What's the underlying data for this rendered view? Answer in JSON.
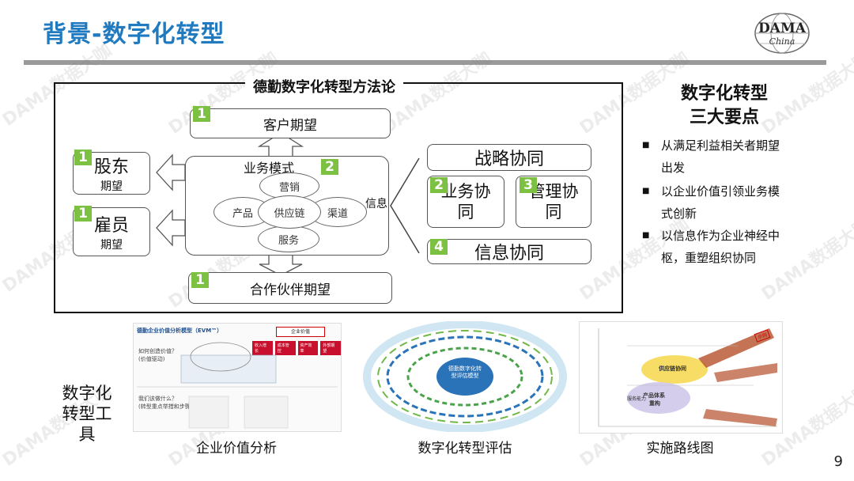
{
  "slide": {
    "title": "背景-数字化转型",
    "page_number": "9",
    "logo_text": "DAMA",
    "logo_subtext": "China"
  },
  "method": {
    "title": "德勤数字化转型方法论",
    "customer": {
      "badge": "1",
      "label": "客户期望"
    },
    "shareholder": {
      "badge": "1",
      "label_line1": "股东",
      "label_line2": "期望"
    },
    "employee": {
      "badge": "1",
      "label_line1": "雇员",
      "label_line2": "期望"
    },
    "partner": {
      "badge": "1",
      "label": "合作伙伴期望"
    },
    "business_model": {
      "badge": "2",
      "label": "业务模式",
      "center": "供应链",
      "top": "营销",
      "left": "产品",
      "right": "渠道",
      "bottom": "服务"
    },
    "info_label": "信息",
    "strategy": {
      "label": "战略协同"
    },
    "business_sync": {
      "badge": "2",
      "label_line1": "业务协",
      "label_line2": "同"
    },
    "management_sync": {
      "badge": "3",
      "label_line1": "管理协",
      "label_line2": "同"
    },
    "info_sync": {
      "badge": "4",
      "label": "信息协同"
    }
  },
  "key_points": {
    "title_line1": "数字化转型",
    "title_line2": "三大要点",
    "items": [
      {
        "line1": "从满足利益相关者期望",
        "line2": "出发"
      },
      {
        "line1": "以企业价值引领业务模",
        "line2": "式创新"
      },
      {
        "line1": "以信息作为企业神经中",
        "line2": "枢，重塑组织协同"
      }
    ]
  },
  "tools": {
    "title_line1": "数字化",
    "title_line2": "转型工",
    "title_line3": "具",
    "thumb1": {
      "heading": "德勤企业价值分析模型（EVM™）",
      "q1_line1": "如何创造价值？",
      "q1_line2": "(价值驱动)",
      "q2_line1": "我们该做什么？",
      "q2_line2": "(转型重点举措和步骤)",
      "value_box": "企业价值",
      "red_tags": [
        "收入增长",
        "成本管控",
        "资产效率",
        "外部期望"
      ]
    },
    "thumb2": {
      "center_line1": "德勤数字化转",
      "center_line2": "型评估模型"
    },
    "thumb3": {
      "tag1": "供应链协同",
      "tag2": "产品体系",
      "tag3": "重构",
      "tag4": "服务能力",
      "tag5": "示例"
    },
    "captions": [
      "企业价值分析",
      "数字化转型评估",
      "实施路线图"
    ]
  },
  "watermark": "DAMA数据大咖",
  "colors": {
    "title": "#1f7ac0",
    "badge": "#7dc143",
    "rule": "#9a9a9a"
  }
}
